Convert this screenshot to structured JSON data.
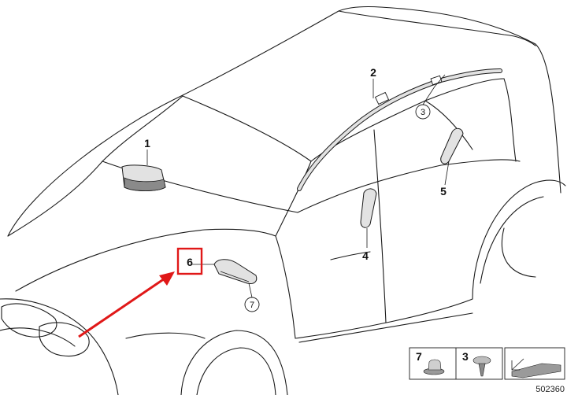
{
  "labels": {
    "p1": "1",
    "p2": "2",
    "p3": "3",
    "p4": "4",
    "p5": "5",
    "p6": "6",
    "p7": "7"
  },
  "legend": {
    "nut_number": "7",
    "screw_number": "3"
  },
  "reference_number": "502360",
  "colors": {
    "line": "#1a1a1a",
    "highlight": "#e01818",
    "part_fill": "#e2e2e2",
    "part_fill_dark": "#8a8a8a"
  }
}
